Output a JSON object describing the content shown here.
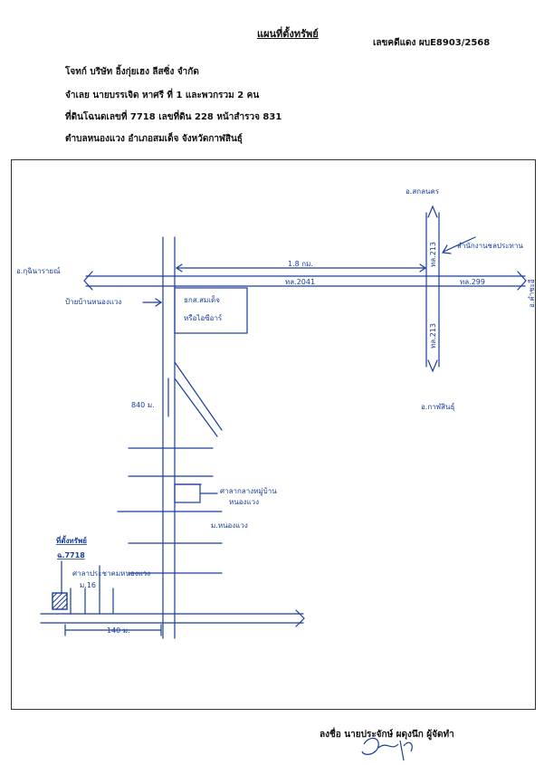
{
  "title": "แผนที่ตั้งทรัพย์",
  "case_number": "เลขคดีแดง ผบE8903/2568",
  "header": {
    "plaintiff": "โจทก์ บริษัท อิ้งกุ่ยเฮง ลีสซิ่ง จำกัด",
    "defendant": "จำเลย นายบรรเจิด หาศรี ที่ 1 และพวกรวม 2 คน",
    "deed": "ที่ดินโฉนดเลขที่ 7718 เลขที่ดิน 228 หน้าสำรวจ 831",
    "location": "ตำบลหนองแวง  อำเภอสมเด็จ  จังหวัดกาฬสินธุ์"
  },
  "map": {
    "to_kuchinarai": "อ.กุฉินารายณ์",
    "to_sakon": "อ.สกลนคร",
    "to_kalasin": "อ.กาฬสินธุ์",
    "to_mukdahan": "อ.คำชะอี",
    "distance_main": "1.8 กม.",
    "hwy_2041": "ทล.2041",
    "hwy_213_top": "ทล.213",
    "hwy_213_bottom": "ทล.213",
    "hwy_299": "ทล.299",
    "irrigation": "สำนักงานชลประทาน",
    "village_entrance": "ป้ายบ้านหนองแวง",
    "bank": "ธกส.สมเด็จ",
    "bank_sub": "หรือไอซีอาร์",
    "distance_side": "840 ม.",
    "temple": "ศาลากลางหมู่บ้าน",
    "temple_sub": "หนองแวง",
    "village": "ม.หนองแวง",
    "property_label": "ที่ตั้งทรัพย์",
    "deed_label": "ฉ.7718",
    "community_hall": "ศาลาประชาคมหนองแวง",
    "moo": "ม.16",
    "distance_bottom": "140 ม."
  },
  "signature": "ลงชื่อ นายประจักษ์ ผดุงนึก ผู้จัดทำ"
}
